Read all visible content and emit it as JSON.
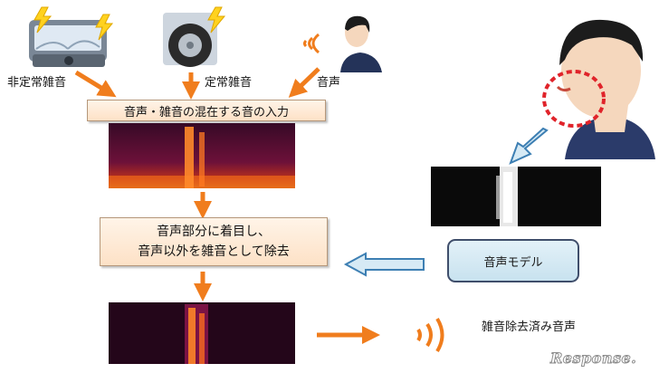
{
  "sources": {
    "non_stationary_noise": "非定常雑音",
    "stationary_noise": "定常雑音",
    "speech": "音声"
  },
  "flow": {
    "input_box": "音声・雑音の混在する音の入力",
    "process_line1": "音声部分に着目し、",
    "process_line2": "音声以外を雑音として除去",
    "voice_model": "音声モデル",
    "output_label": "雑音除去済み音声"
  },
  "watermark": "Response.",
  "colors": {
    "arrow_orange": "#f07d1d",
    "arrow_blue_fill": "#d6eaf5",
    "arrow_blue_stroke": "#3d7fb3",
    "mouth_circle": "#e0232a",
    "box_orange_bg": "#fde1c6",
    "model_box_bg": "#c8e2ef"
  },
  "icons": [
    "car-dashboard-icon",
    "lightning-icon",
    "tire-icon",
    "sound-waves-icon",
    "person-icon"
  ]
}
